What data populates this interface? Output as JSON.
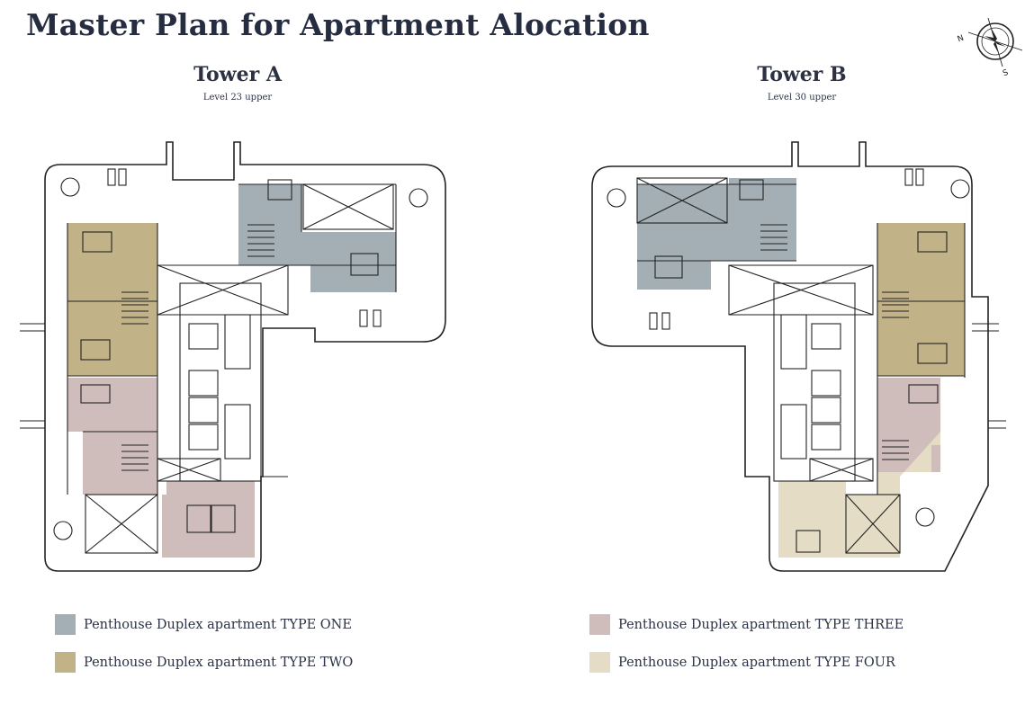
{
  "title": "Master Plan for Apartment Alocation",
  "towers": [
    {
      "name": "Tower A",
      "level": "Level  23 upper"
    },
    {
      "name": "Tower B",
      "level": "Level  30 upper"
    }
  ],
  "legend": [
    {
      "label": "Penthouse Duplex apartment TYPE ONE",
      "color": "#a3afb5"
    },
    {
      "label": "Penthouse  Duplex apartment TYPE TWO",
      "color": "#c1b387"
    },
    {
      "label": "Penthouse  Duplex apartment  TYPE THREE",
      "color": "#cfbdbc"
    },
    {
      "label": "Penthouse  Duplex apartment TYPE FOUR",
      "color": "#e4dcc4"
    }
  ],
  "compass": {
    "icon": "compass-rose-icon",
    "marks": [
      "N",
      "S"
    ]
  }
}
